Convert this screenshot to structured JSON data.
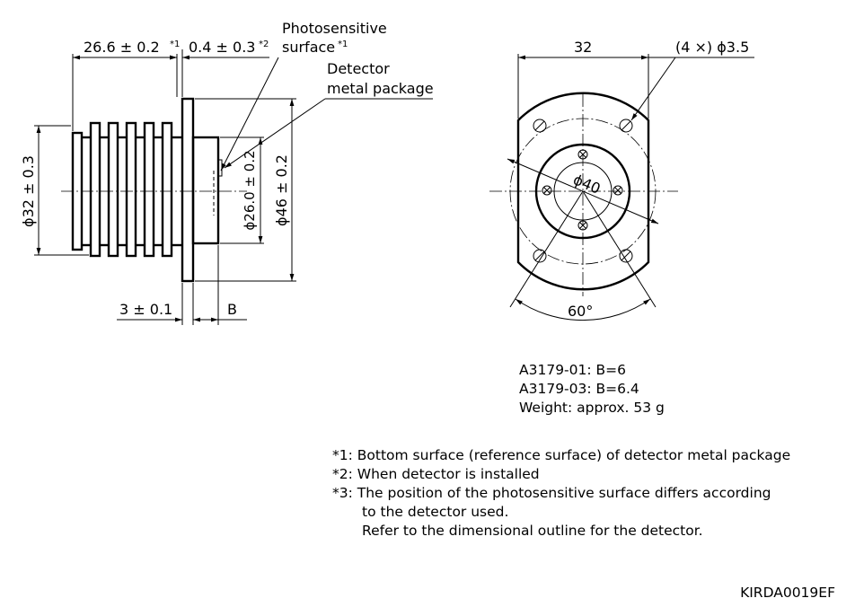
{
  "side_view": {
    "dim_length": "26.6 ± 0.2",
    "dim_length_note": "*1",
    "dim_gap": "0.4 ± 0.3",
    "dim_gap_note": "*2",
    "photosensitive_label_line1": "Photosensitive",
    "photosensitive_label_line2": "surface",
    "photosensitive_note": "*1",
    "detector_label_line1": "Detector",
    "detector_label_line2": "metal package",
    "dia_body": "ϕ32 ± 0.3",
    "dia_package": "ϕ26.0 ± 0.2",
    "dia_flange": "ϕ46 ± 0.2",
    "dim_flange": "3 ± 0.1",
    "dim_b": "B"
  },
  "front_view": {
    "width": "32",
    "holes": "(4 ×) ϕ3.5",
    "pcd": "ϕ40",
    "angle": "60°"
  },
  "models": [
    "A3179-01: B=6",
    "A3179-03: B=6.4",
    "Weight: approx. 53 g"
  ],
  "notes": {
    "n1": "*1: Bottom surface (reference surface) of detector metal package",
    "n2": "*2: When detector is installed",
    "n3_line1": "*3: The position of the photosensitive surface differs according",
    "n3_line2": "to the detector used.",
    "n3_line3": "Refer to the dimensional outline for the detector."
  },
  "drawing_code": "KIRDA0019EF"
}
